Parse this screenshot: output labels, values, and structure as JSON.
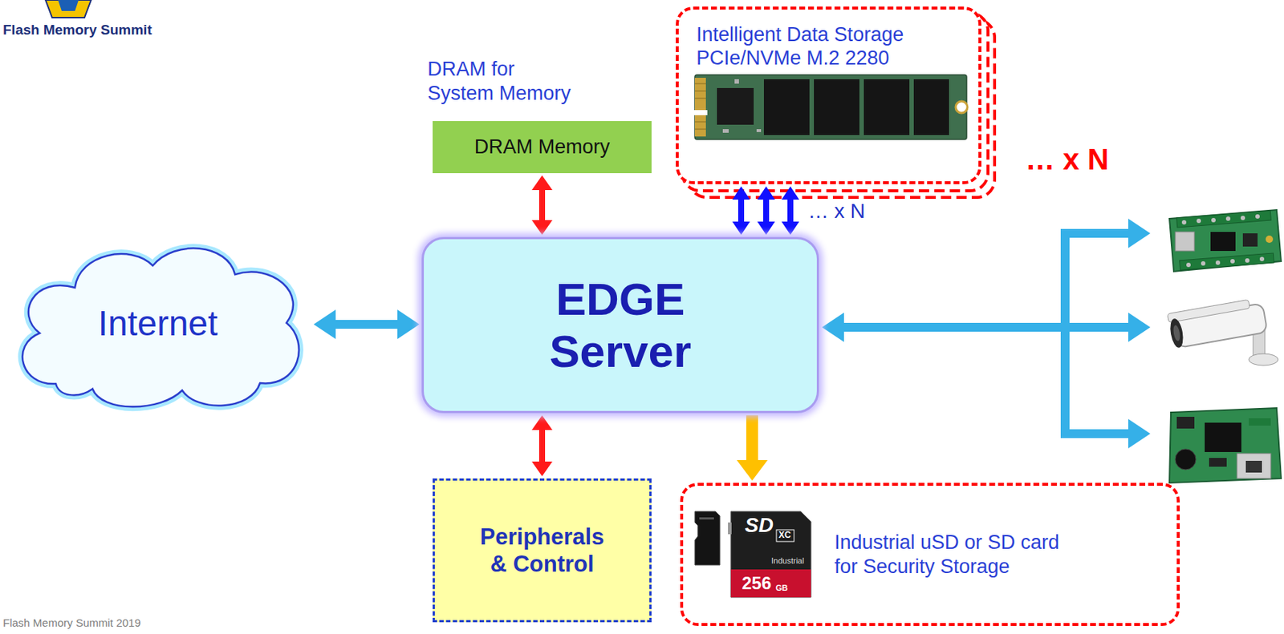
{
  "diagram": {
    "nodes": [
      {
        "text": [
          "DRAM for System Memory",
          "DRAM Memory"
        ]
      },
      {
        "text": [
          "Intelligent Data Storage PCIe/NVMe M.2 2280"
        ]
      },
      {
        "text": [
          "Internet"
        ]
      },
      {
        "text": [
          "EDGE Server"
        ]
      },
      {
        "text": [
          "Peripherals & Control"
        ]
      },
      {
        "text": [
          "Industrial uSD or SD card for Security Storage"
        ]
      }
    ],
    "edges": [
      {
        "from": 2,
        "to": 3,
        "arrow": "both"
      },
      {
        "from": 0,
        "to": 3,
        "arrow": "both"
      },
      {
        "from": 1,
        "to": 3,
        "arrow": "both"
      },
      {
        "from": 1,
        "to": 3,
        "arrow": "both"
      },
      {
        "from": 1,
        "to": 3,
        "arrow": "both"
      },
      {
        "from": 3,
        "to": 4,
        "arrow": "both"
      },
      {
        "from": 3,
        "to": 5,
        "arrow": "to"
      }
    ],
    "labels": [
      "Flash Memory Summit",
      "… x N",
      "… x N",
      "SD",
      "XC",
      "Industrial",
      "256",
      "GB",
      "Flash Memory Summit 2019"
    ]
  }
}
